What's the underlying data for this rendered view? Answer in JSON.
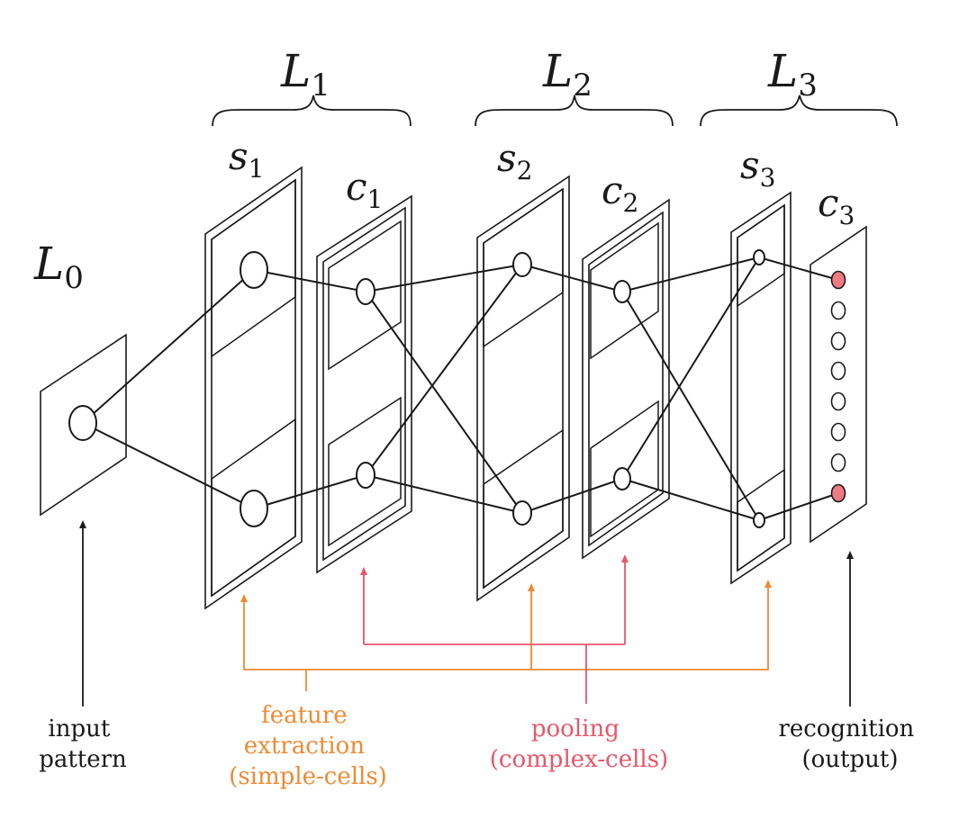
{
  "layers": {
    "L0": {
      "base": "L",
      "sub": "0"
    },
    "L1": {
      "base": "L",
      "sub": "1"
    },
    "L2": {
      "base": "L",
      "sub": "2"
    },
    "L3": {
      "base": "L",
      "sub": "3"
    }
  },
  "planes": {
    "s1": {
      "base": "s",
      "sub": "1"
    },
    "c1": {
      "base": "c",
      "sub": "1"
    },
    "s2": {
      "base": "s",
      "sub": "2"
    },
    "c2": {
      "base": "c",
      "sub": "2"
    },
    "s3": {
      "base": "s",
      "sub": "3"
    },
    "c3": {
      "base": "c",
      "sub": "3"
    }
  },
  "annotations": {
    "input": [
      "input",
      "pattern"
    ],
    "feature": [
      "feature",
      "extraction",
      "(simple-cells)"
    ],
    "pooling": [
      "pooling",
      "(complex-cells)"
    ],
    "recognition": [
      "recognition",
      "(output)"
    ]
  },
  "colors": {
    "ink": "#1a1a1a",
    "feature_extraction": "#ee8a33",
    "pooling": "#e9566a",
    "output_node_fill": "#f07a82"
  }
}
